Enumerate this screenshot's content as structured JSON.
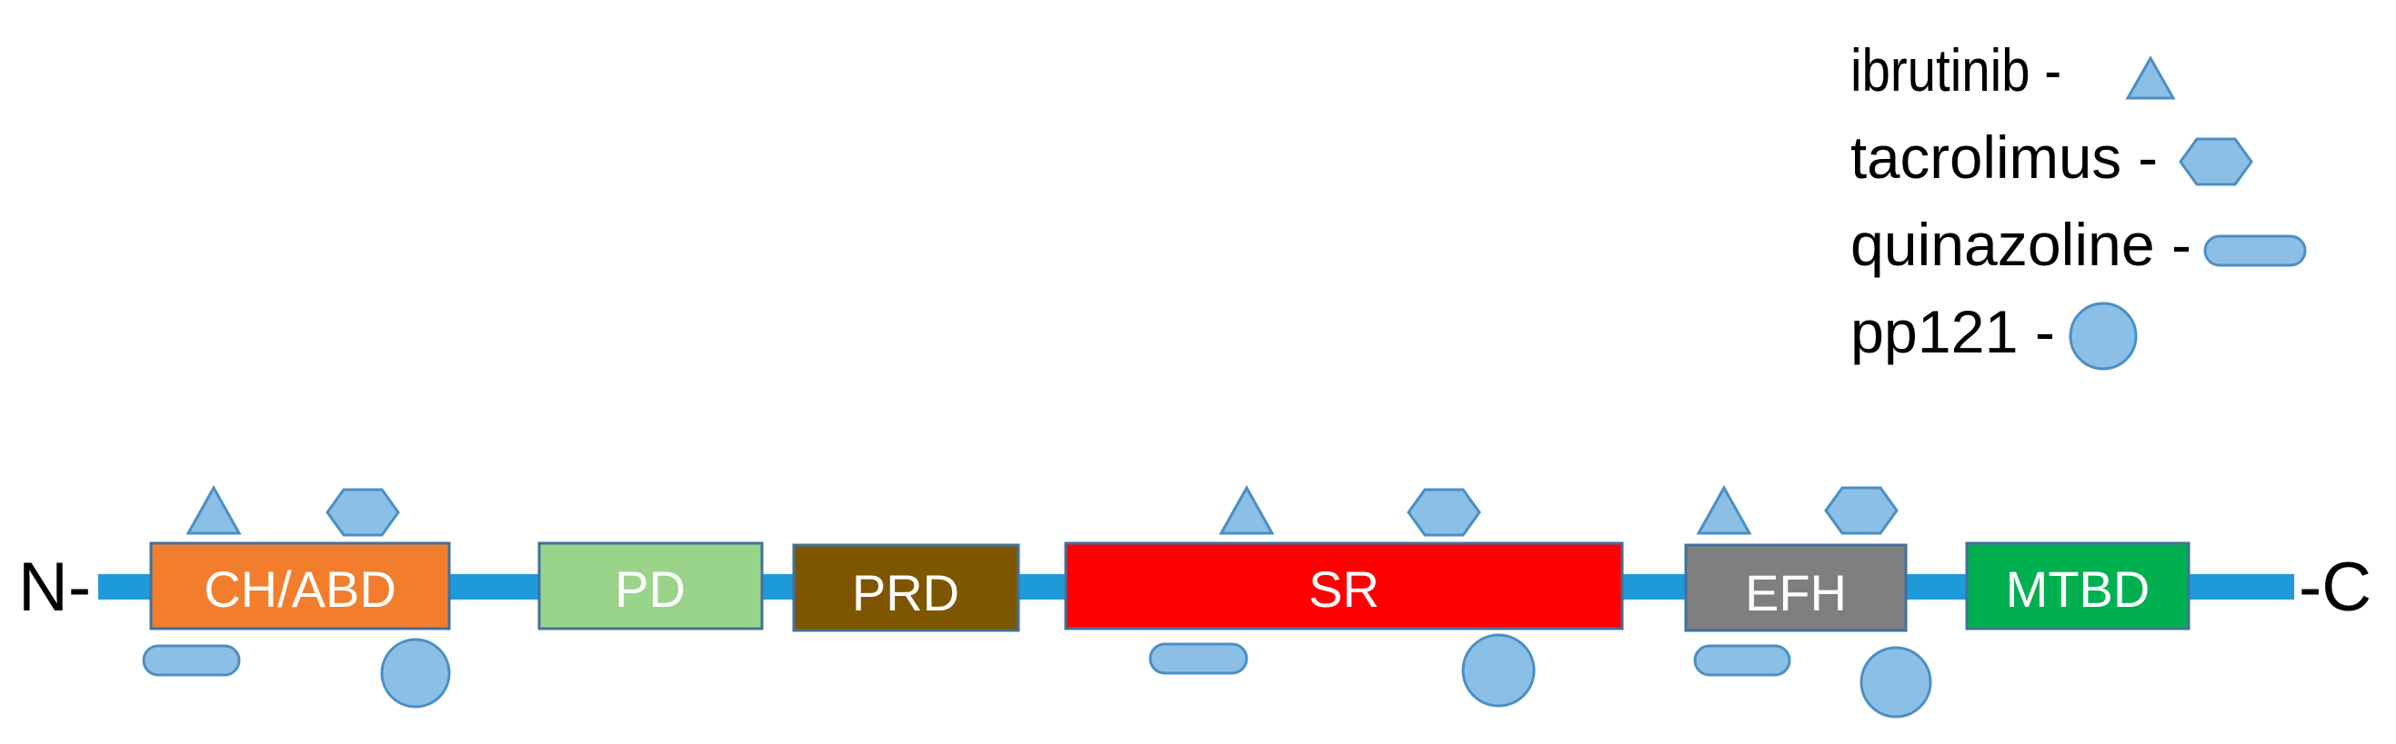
{
  "terminals": {
    "n": "N-",
    "c": "-C"
  },
  "colors": {
    "backbone": "#1f9ad8",
    "marker_fill": "#8bbfe6",
    "marker_stroke": "#4a8fc4",
    "domain_border": "#41719c"
  },
  "domains": [
    {
      "name": "CH/ABD",
      "color": "#f27e2d",
      "text_color": "#ffffff"
    },
    {
      "name": "PD",
      "color": "#9ad48b",
      "text_color": "#ffffff"
    },
    {
      "name": "PRD",
      "color": "#7f5600",
      "text_color": "#ffffff"
    },
    {
      "name": "SR",
      "color": "#ff0000",
      "text_color": "#ffffff"
    },
    {
      "name": "EFH",
      "color": "#7f7f7f",
      "text_color": "#ffffff"
    },
    {
      "name": "MTBD",
      "color": "#00b050",
      "text_color": "#ffffff"
    }
  ],
  "legend": [
    {
      "label": "ibrutinib -",
      "shape": "triangle-icon"
    },
    {
      "label": "tacrolimus -",
      "shape": "hexagon-icon"
    },
    {
      "label": "quinazoline -",
      "shape": "pill-icon"
    },
    {
      "label": "pp121 -",
      "shape": "circle-icon"
    }
  ],
  "binding_sites": [
    {
      "domain": "CH/ABD",
      "drugs": [
        "ibrutinib",
        "tacrolimus",
        "quinazoline",
        "pp121"
      ]
    },
    {
      "domain": "SR",
      "drugs": [
        "ibrutinib",
        "tacrolimus",
        "quinazoline",
        "pp121"
      ]
    },
    {
      "domain": "EFH",
      "drugs": [
        "ibrutinib",
        "tacrolimus",
        "quinazoline",
        "pp121"
      ]
    }
  ]
}
